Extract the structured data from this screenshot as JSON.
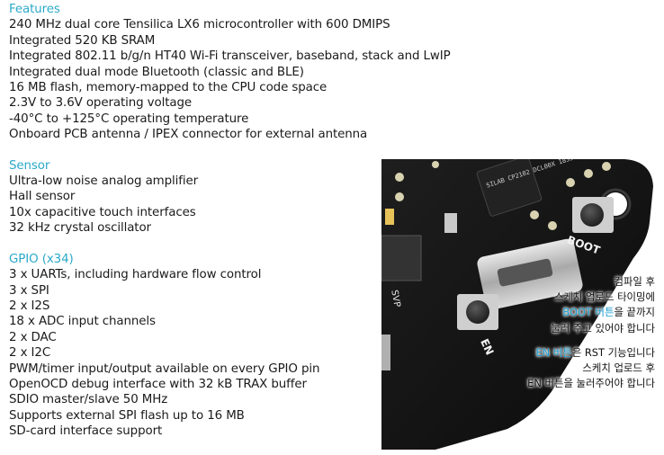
{
  "features": {
    "heading": "Features",
    "items": [
      "240 MHz dual core Tensilica LX6 microcontroller with 600 DMIPS",
      "Integrated 520 KB SRAM",
      "Integrated 802.11 b/g/n HT40 Wi-Fi transceiver, baseband, stack and LwIP",
      "Integrated dual mode Bluetooth (classic and BLE)",
      "16 MB flash, memory-mapped to the CPU code space",
      "2.3V to 3.6V operating voltage",
      "-40°C to +125°C operating temperature",
      "Onboard PCB antenna / IPEX connector for external antenna"
    ]
  },
  "sensor": {
    "heading": "Sensor",
    "items": [
      "Ultra-low noise analog amplifier",
      "Hall sensor",
      "10x capacitive touch interfaces",
      "32 kHz crystal oscillator"
    ]
  },
  "gpio": {
    "heading": "GPIO (x34)",
    "items": [
      "3 x UARTs, including hardware flow control",
      "3 x SPI",
      "2 x I2S",
      "18 x ADC input channels",
      "2 x DAC",
      "2 x I2C",
      "PWM/timer input/output available on every GPIO pin",
      "OpenOCD debug interface with 32 kB TRAX buffer",
      "SDIO master/slave 50 MHz",
      "Supports external SPI flash up to 16 MB",
      "SD-card interface support"
    ]
  },
  "board": {
    "boot_label": "BOOT",
    "en_label": "EN",
    "chip_text": "SILAB CP2102 DCL00X 1835+",
    "pin_label": "SVP"
  },
  "note_boot": {
    "line1": "컴파일 후",
    "line2": "스케치 업로드 타이밍에",
    "line3_accent": "BOOT 버튼",
    "line3_rest": "을 끝까지",
    "line4": "눌러 주고 있어야 합니다"
  },
  "note_en": {
    "line1_accent": "EN 버튼",
    "line1_rest": "은 RST 기능입니다",
    "line2": "스케치 업로드 후",
    "line3": "EN 버튼을 눌러주어야 합니다"
  },
  "colors": {
    "heading": "#2aa9c9",
    "accent": "#1e9fd0",
    "pcb": "#141414"
  }
}
